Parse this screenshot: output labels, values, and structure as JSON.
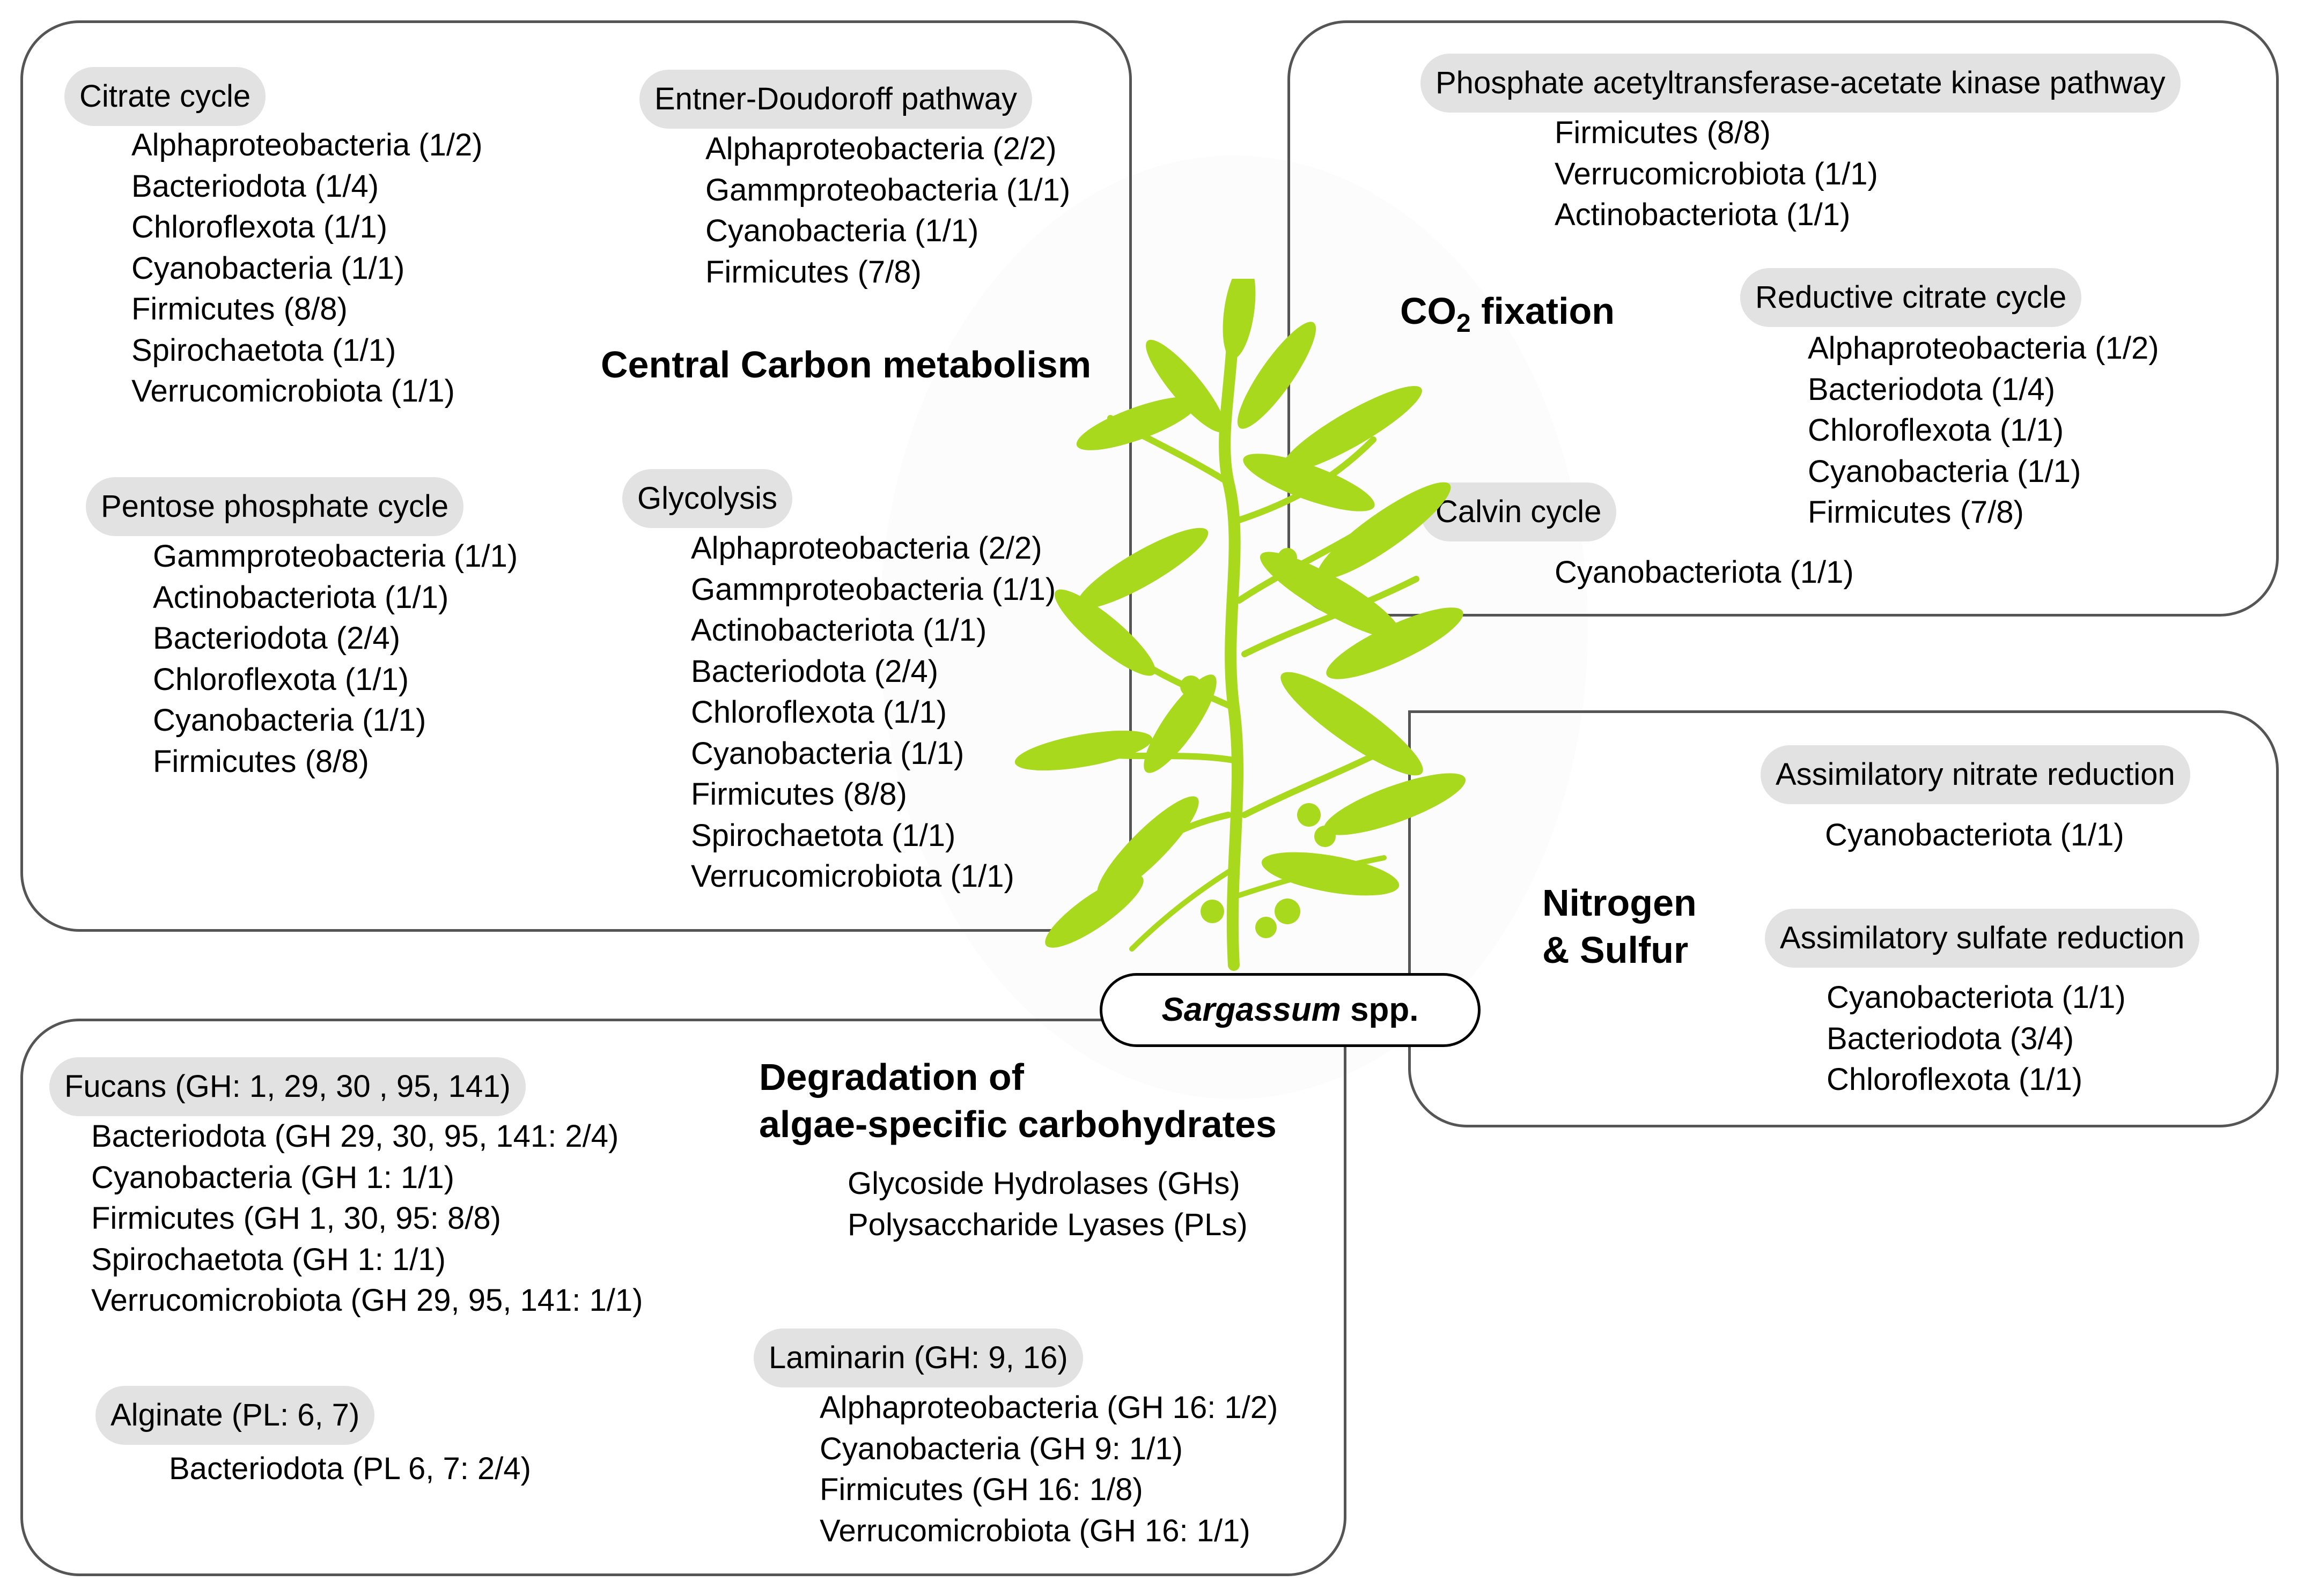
{
  "center": {
    "species_italic": "Sargassum",
    "species_suffix": " spp."
  },
  "carbon": {
    "title": "Central Carbon metabolism",
    "citrate": {
      "label": "Citrate cycle",
      "items": [
        "Alphaproteobacteria (1/2)",
        "Bacteriodota (1/4)",
        "Chloroflexota (1/1)",
        "Cyanobacteria (1/1)",
        "Firmicutes (8/8)",
        "Spirochaetota (1/1)",
        "Verrucomicrobiota (1/1)"
      ]
    },
    "ed": {
      "label": "Entner-Doudoroff pathway",
      "items": [
        "Alphaproteobacteria (2/2)",
        "Gammproteobacteria (1/1)",
        "Cyanobacteria (1/1)",
        "Firmicutes (7/8)"
      ]
    },
    "pentose": {
      "label": "Pentose phosphate cycle",
      "items": [
        "Gammproteobacteria (1/1)",
        "Actinobacteriota (1/1)",
        "Bacteriodota (2/4)",
        "Chloroflexota (1/1)",
        "Cyanobacteria (1/1)",
        "Firmicutes (8/8)"
      ]
    },
    "glycolysis": {
      "label": "Glycolysis",
      "items": [
        "Alphaproteobacteria (2/2)",
        "Gammproteobacteria (1/1)",
        "Actinobacteriota (1/1)",
        "Bacteriodota (2/4)",
        "Chloroflexota (1/1)",
        "Cyanobacteria (1/1)",
        "Firmicutes (8/8)",
        "Spirochaetota (1/1)",
        "Verrucomicrobiota (1/1)"
      ]
    }
  },
  "co2": {
    "title_main": "CO",
    "title_sub": "2",
    "title_rest": " fixation",
    "pta": {
      "label": "Phosphate acetyltransferase-acetate kinase pathway",
      "items": [
        "Firmicutes (8/8)",
        "Verrucomicrobiota (1/1)",
        "Actinobacteriota (1/1)"
      ]
    },
    "rtca": {
      "label": "Reductive citrate cycle",
      "items": [
        "Alphaproteobacteria (1/2)",
        "Bacteriodota (1/4)",
        "Chloroflexota (1/1)",
        "Cyanobacteria (1/1)",
        "Firmicutes (7/8)"
      ]
    },
    "calvin": {
      "label": "Calvin cycle",
      "items": [
        "Cyanobacteriota (1/1)"
      ]
    }
  },
  "ns": {
    "title_line1": "Nitrogen",
    "title_line2": "& Sulfur",
    "nitrate": {
      "label": "Assimilatory nitrate reduction",
      "items": [
        "Cyanobacteriota (1/1)"
      ]
    },
    "sulfate": {
      "label": "Assimilatory sulfate reduction",
      "items": [
        "Cyanobacteriota (1/1)",
        "Bacteriodota (3/4)",
        "Chloroflexota (1/1)"
      ]
    }
  },
  "degr": {
    "title_line1": "Degradation of",
    "title_line2": "algae-specific carbohydrates",
    "legend": [
      "Glycoside Hydrolases (GHs)",
      "Polysaccharide Lyases (PLs)"
    ],
    "fucans": {
      "label": "Fucans (GH: 1, 29, 30 , 95, 141)",
      "items": [
        "Bacteriodota (GH 29, 30, 95, 141: 2/4)",
        "Cyanobacteria (GH 1: 1/1)",
        "Firmicutes (GH 1, 30, 95: 8/8)",
        "Spirochaetota (GH 1: 1/1)",
        "Verrucomicrobiota (GH 29, 95, 141: 1/1)"
      ]
    },
    "alginate": {
      "label": "Alginate (PL: 6, 7)",
      "items": [
        "Bacteriodota (PL 6, 7: 2/4)"
      ]
    },
    "laminarin": {
      "label": "Laminarin (GH: 9, 16)",
      "items": [
        "Alphaproteobacteria (GH 16: 1/2)",
        "Cyanobacteria (GH 9: 1/1)",
        "Firmicutes (GH 16: 1/8)",
        "Verrucomicrobiota (GH 16: 1/1)"
      ]
    }
  },
  "colors": {
    "plant": "#a8d91c",
    "pill": "#e2e2e2",
    "box_border": "#555555"
  }
}
